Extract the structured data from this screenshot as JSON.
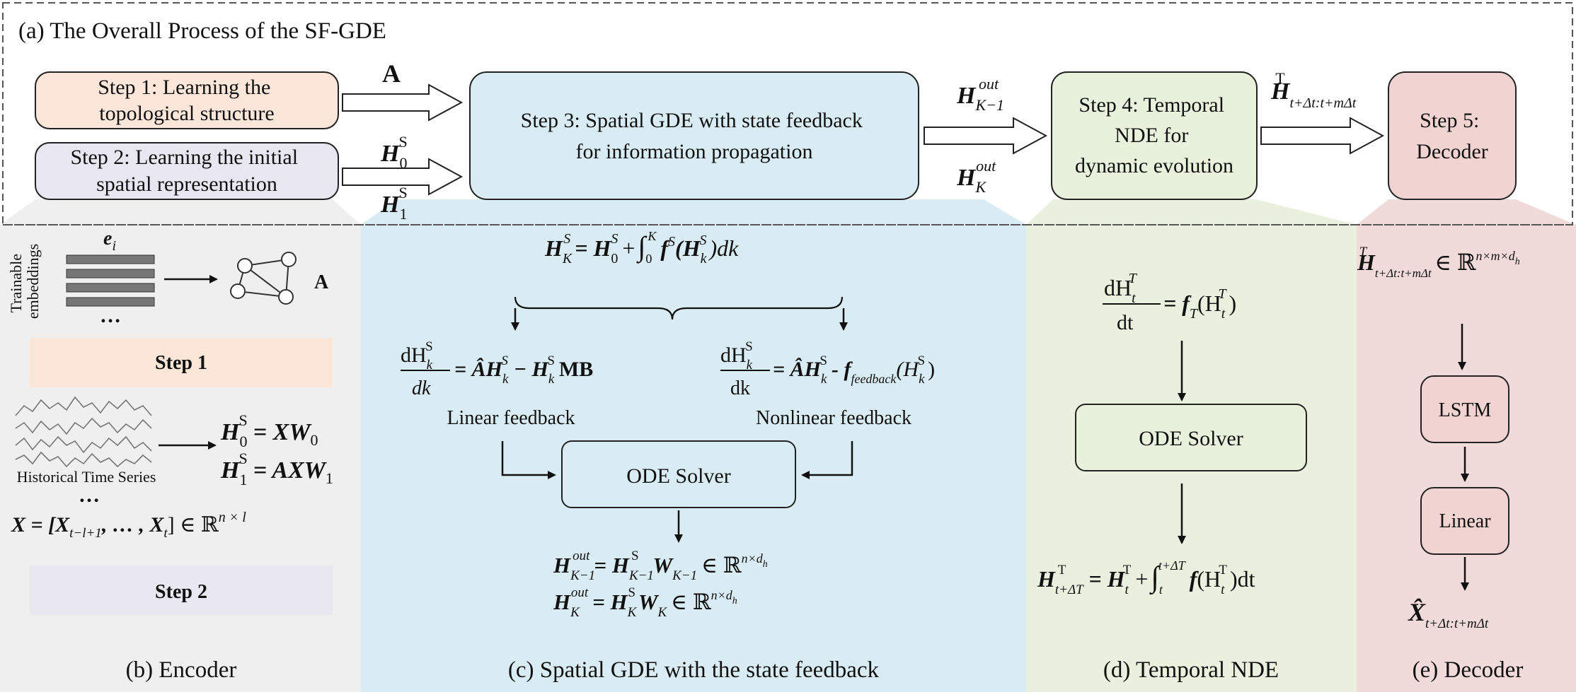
{
  "title": "(a) The Overall Process of the SF-GDE",
  "colors": {
    "step1": "#fbe6d9",
    "step2": "#e8e6f0",
    "step3": "#d9ecf3",
    "step4": "#e8f1dc",
    "step5": "#f1d4d2",
    "encoder_panel": "#efefef",
    "spatial_panel": "#daecf3",
    "temporal_panel": "#e9f1de",
    "decoder_panel": "#f1dada",
    "step_label_1": "#fbe6d8",
    "step_label_2": "#e9e7f0"
  },
  "top": {
    "step1": [
      "Step 1: Learning the",
      "topological structure"
    ],
    "step2": [
      "Step 2: Learning the initial",
      "spatial representation"
    ],
    "step3": [
      "Step 3: Spatial GDE with state feedback",
      "for information propagation"
    ],
    "step4": [
      "Step 4: Temporal",
      "NDE for",
      "dynamic evolution"
    ],
    "step5": [
      "Step 5:",
      "Decoder"
    ],
    "arrow_A": "A",
    "H0S": {
      "base": "H",
      "sub": "0",
      "sup": "S"
    },
    "H1S": {
      "base": "H",
      "sub": "1",
      "sup": "S"
    },
    "HK1out": {
      "base": "H",
      "sub": "K−1",
      "sup": "out"
    },
    "HKout": {
      "base": "H",
      "sub": "K",
      "sup": "out"
    },
    "HT": {
      "base": "H",
      "sub": "t+Δt:t+mΔt",
      "sup": "T"
    }
  },
  "encoder": {
    "ei": "e",
    "ei_sub": "i",
    "trainable": [
      "Trainable",
      "embeddings"
    ],
    "dots": "…",
    "A": "A",
    "step1_label": "Step 1",
    "historical": "Historical Time Series",
    "eq1": {
      "lhs": "H",
      "sub": "0",
      "sup": "S",
      "rhs": "= XW",
      "rsub": "0"
    },
    "eq2": {
      "lhs": "H",
      "sub": "1",
      "sup": "S",
      "rhs": "= AXW",
      "rsub": "1"
    },
    "xdef": "X = [X",
    "xdef_sub1": "t−l+1",
    "xdef_mid": ", … , X",
    "xdef_sub2": "t",
    "xdef_end": "] ∈ ℝ",
    "xdef_sup": "n × l",
    "step2_label": "Step 2",
    "caption": "(b) Encoder"
  },
  "spatial": {
    "integral": {
      "lhs": "H",
      "lsub": "K",
      "lsup": "S",
      "eq": "= H",
      "s0": "0",
      "s0sup": "S",
      "plus": "+",
      "int": "∫",
      "lo": "0",
      "hi": "K",
      "f": "f",
      "fsup": "S",
      "arg": "(H",
      "asub": "k",
      "asup": "S",
      "end": ")dk"
    },
    "lin": {
      "num": "dH",
      "num_sub": "k",
      "num_sup": "S",
      "den": "dk",
      "rhs": "= ÂH",
      "r_sub": "k",
      "r_sup": "S",
      "minus": "− H",
      "m_sub": "k",
      "m_sup": "S",
      "mb": "MB"
    },
    "nonlin": {
      "num": "dH",
      "num_sub": "k",
      "num_sup": "S",
      "den": "dk",
      "rhs": "= ÂH",
      "r_sub": "k",
      "r_sup": "S",
      "minus": "- f",
      "f_sub": "feedback",
      "arg": "(H",
      "a_sub": "k",
      "a_sup": "S",
      "end": ")"
    },
    "linear_label": "Linear feedback",
    "nonlinear_label": "Nonlinear feedback",
    "ode_solver": "ODE Solver",
    "out1": {
      "lhs": "H",
      "lsub": "K−1",
      "lsup": "out",
      "eq": "= H",
      "msub": "K−1",
      "msup": "S",
      "w": "W",
      "wsub": "K−1",
      "in": "∈ ℝ",
      "sup": "n×d",
      "supsub": "h"
    },
    "out2": {
      "lhs": "H",
      "lsub": "K",
      "lsup": "out",
      "eq": "= H",
      "msub": "K",
      "msup": "S",
      "w": "W",
      "wsub": "K",
      "in": "∈ ℝ",
      "sup": "n×d",
      "supsub": "h"
    },
    "caption": "(c) Spatial GDE with the state feedback"
  },
  "temporal": {
    "deq": {
      "num": "dH",
      "num_sub": "t",
      "num_sup": "T",
      "den": "dt",
      "rhs": "= f",
      "f_sub": "T",
      "arg": "(H",
      "a_sub": "t",
      "a_sup": "T",
      "end": ")"
    },
    "ode_solver": "ODE Solver",
    "sol": {
      "lhs": "H",
      "lsub": "t+ΔT",
      "lsup": "T",
      "eq": "= H",
      "msub": "t",
      "msup": "T",
      "plus": "+",
      "int": "∫",
      "lo": "t",
      "hi": "t+ΔT",
      "f": "f",
      "arg": "(H",
      "asub": "t",
      "asup": "T",
      "end": ")dt"
    },
    "caption": "(d) Temporal NDE"
  },
  "decoder": {
    "input": {
      "lhs": "H",
      "lsub": "t+Δt:t+mΔt",
      "lsup": "T",
      "in": "∈ ℝ",
      "sup": "n×m×d",
      "supsub": "h"
    },
    "lstm": "LSTM",
    "linear": "Linear",
    "output": {
      "base": "X̂",
      "sub": "t+Δt:t+mΔt"
    },
    "caption": "(e) Decoder"
  }
}
